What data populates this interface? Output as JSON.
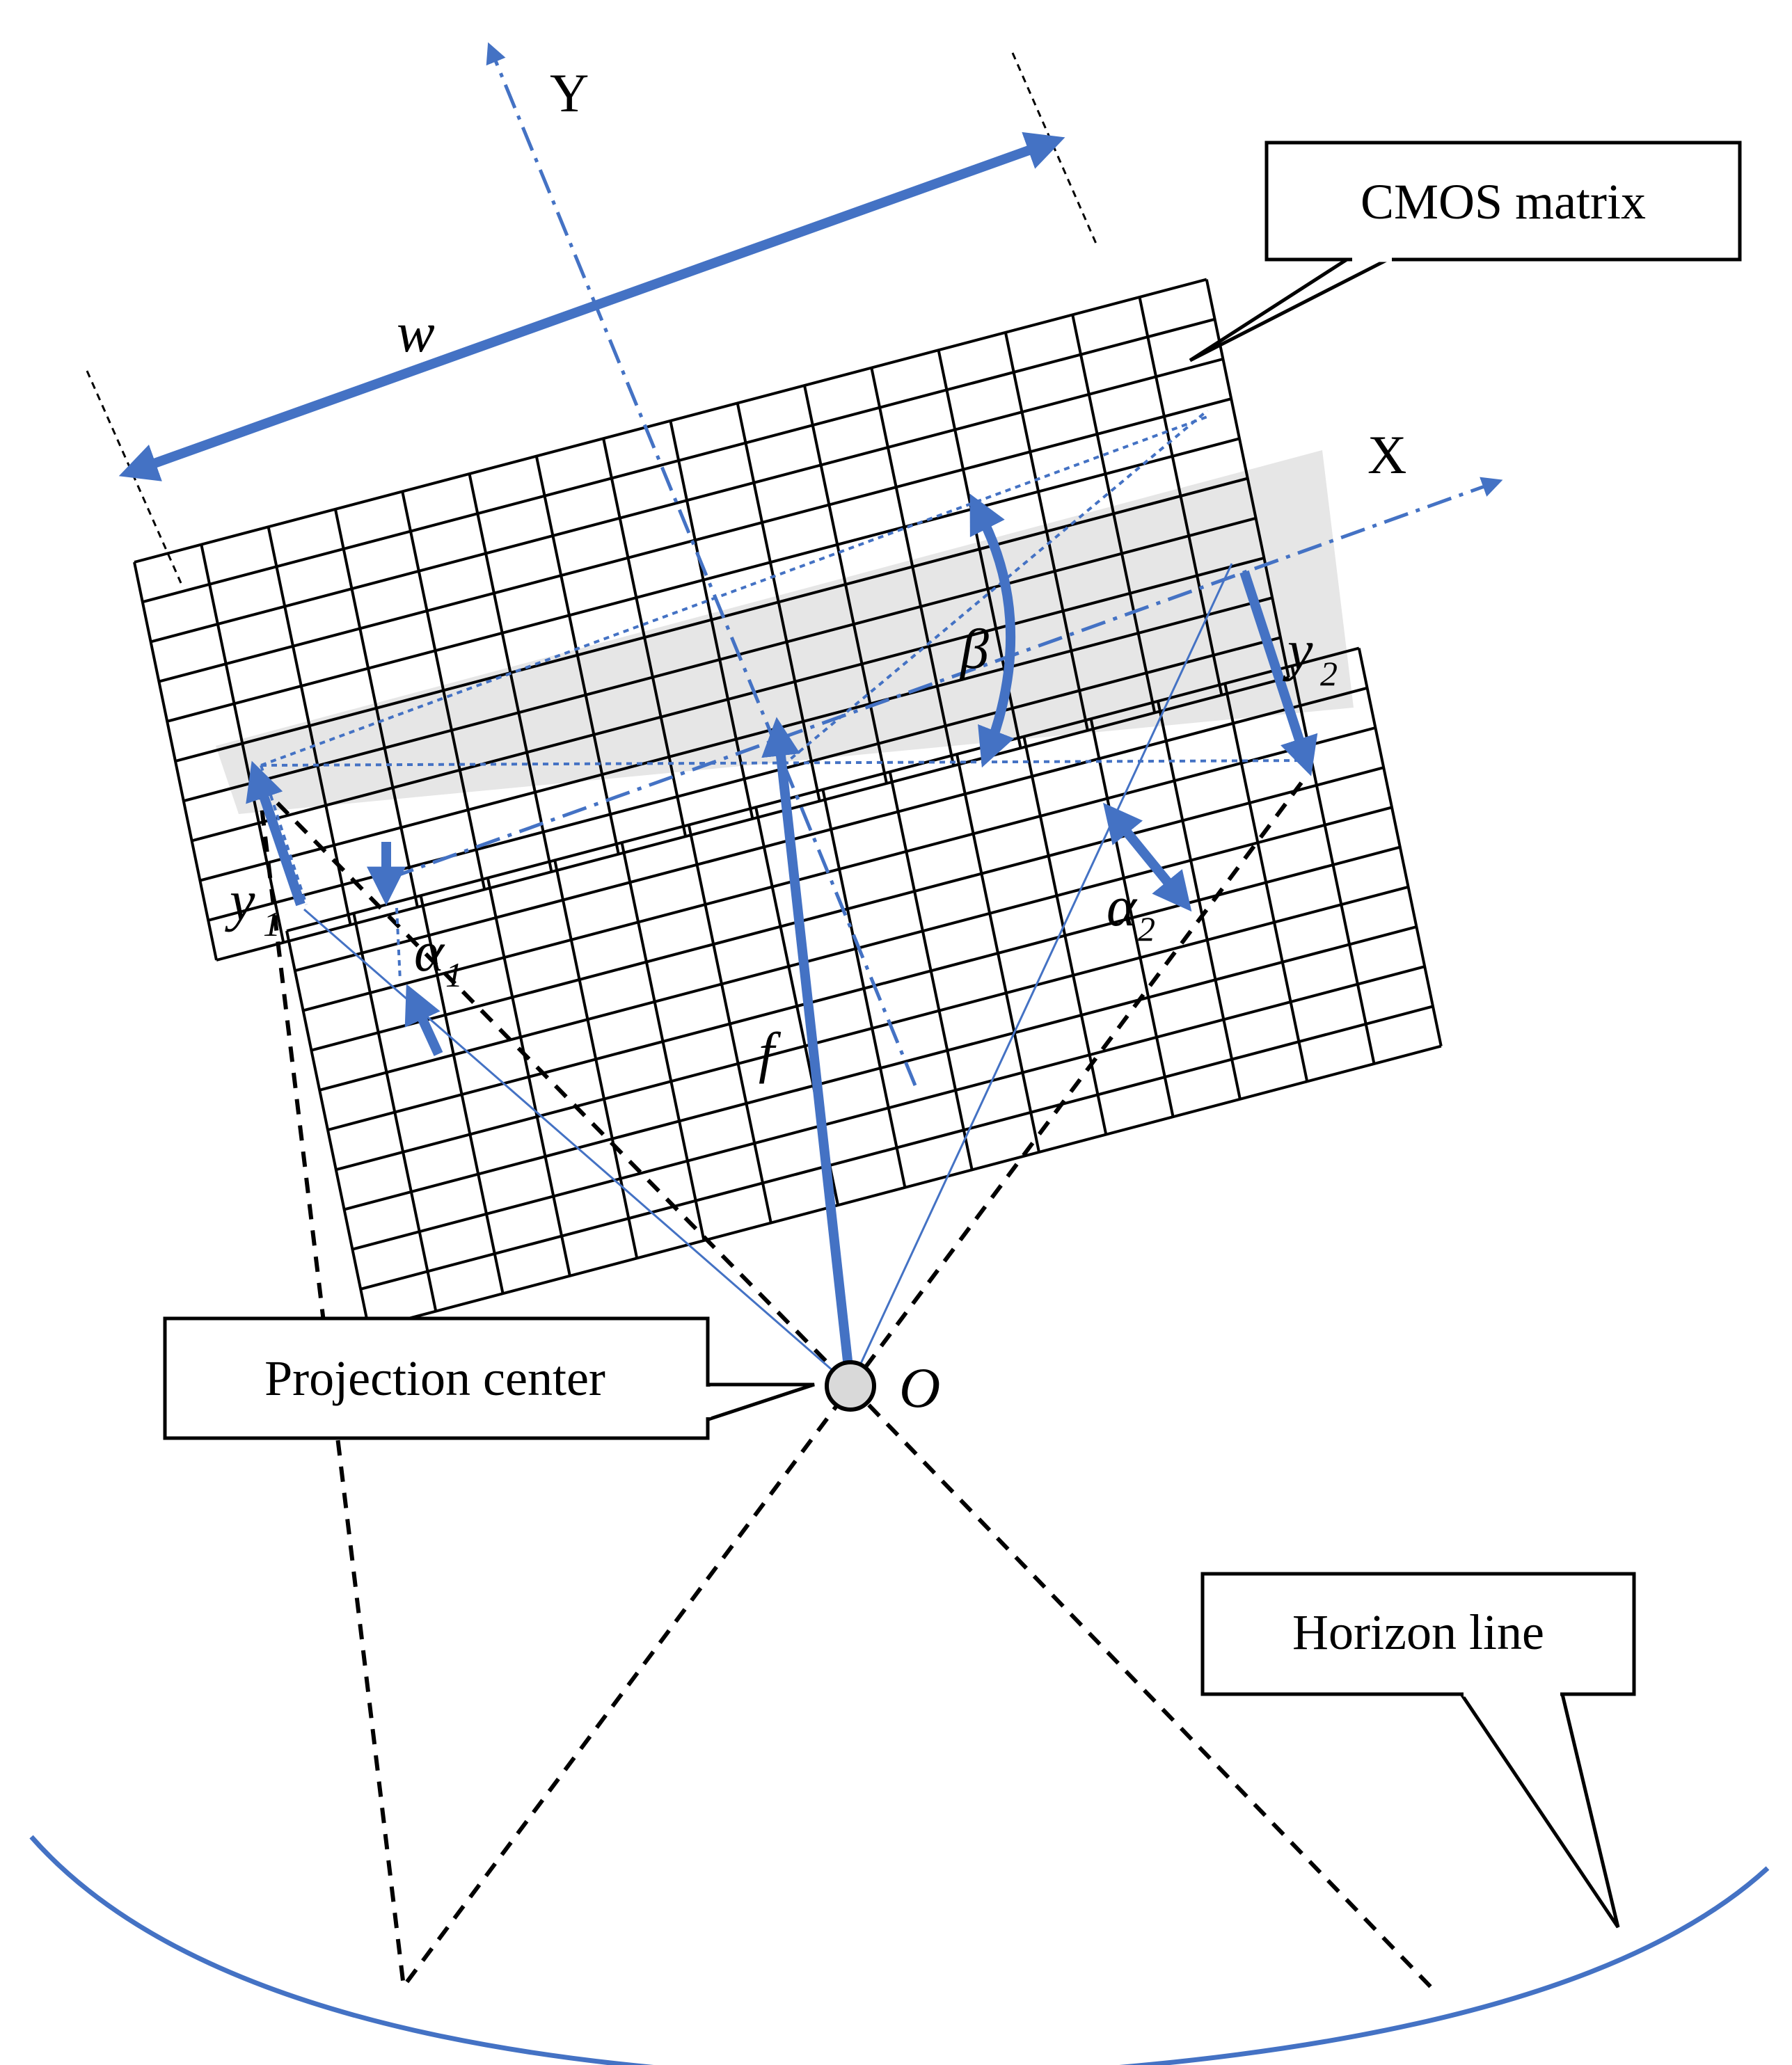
{
  "axes": {
    "y_label": "Y",
    "x_label": "X"
  },
  "symbols": {
    "width": "w",
    "beta": "β",
    "y1": "y",
    "y1_sub": "1",
    "y2": "y",
    "y2_sub": "2",
    "alpha1": "α",
    "alpha1_sub": "1",
    "alpha2": "α",
    "alpha2_sub": "2",
    "focal": "f",
    "origin": "O"
  },
  "callouts": {
    "cmos": "CMOS matrix",
    "projection": "Projection center",
    "horizon": "Horizon line"
  },
  "colors": {
    "accent": "#4472C4",
    "line": "#000000",
    "band": "#E6E6E6"
  }
}
